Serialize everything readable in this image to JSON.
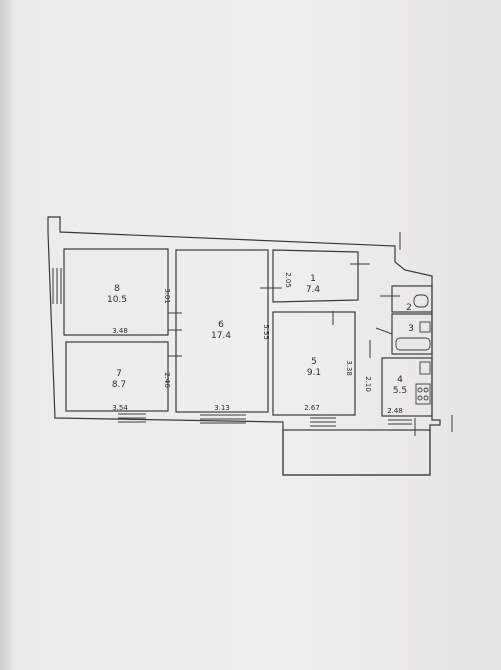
{
  "rooms": [
    {
      "id": "1",
      "number": "1",
      "area": "7.4"
    },
    {
      "id": "2",
      "number": "2",
      "area": ""
    },
    {
      "id": "3",
      "number": "3",
      "area": ""
    },
    {
      "id": "4",
      "number": "4",
      "area": "5.5"
    },
    {
      "id": "5",
      "number": "5",
      "area": "9.1"
    },
    {
      "id": "6",
      "number": "6",
      "area": "17.4"
    },
    {
      "id": "7",
      "number": "7",
      "area": "8.7"
    },
    {
      "id": "8",
      "number": "8",
      "area": "10.5"
    }
  ],
  "dimensions": {
    "room8_width": "3.48",
    "room8_height": "3.01",
    "room7_width": "3.54",
    "room7_height": "2.46",
    "room6_width": "3.13",
    "room6_height": "5.55",
    "room5_width": "2.67",
    "room5_height": "3.38",
    "room1_height": "2.05",
    "room4_width": "2.48",
    "hall_height": "2.10"
  },
  "colors": {
    "wall": "#3a3a3a",
    "line": "#444444"
  }
}
